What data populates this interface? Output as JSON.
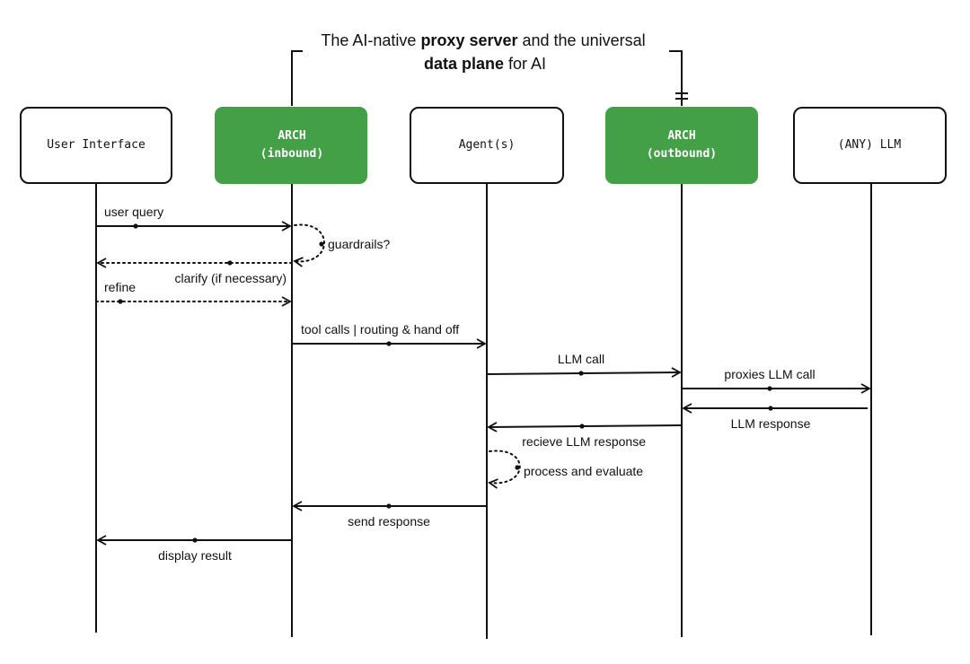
{
  "title": {
    "parts": [
      {
        "text": "The AI-native ",
        "bold": false
      },
      {
        "text": "proxy server",
        "bold": true
      },
      {
        "text": " and the universal",
        "bold": false
      }
    ],
    "line2": [
      {
        "text": "data plane",
        "bold": true
      },
      {
        "text": " for AI",
        "bold": false
      }
    ]
  },
  "participants": [
    {
      "id": "ui",
      "lines": [
        "User Interface"
      ],
      "highlight": false
    },
    {
      "id": "arch_in",
      "lines": [
        "ARCH",
        "(inbound)"
      ],
      "highlight": true
    },
    {
      "id": "agents",
      "lines": [
        "Agent(s)"
      ],
      "highlight": false
    },
    {
      "id": "arch_out",
      "lines": [
        "ARCH",
        "(outbound)"
      ],
      "highlight": true
    },
    {
      "id": "llm",
      "lines": [
        "(ANY) LLM"
      ],
      "highlight": false
    }
  ],
  "colors": {
    "highlight_fill": "#43a047",
    "stroke": "#111111",
    "text": "#111111"
  },
  "messages": [
    {
      "from": "ui",
      "to": "arch_in",
      "label": "user query",
      "style": "solid",
      "label_pos": "above"
    },
    {
      "self": "arch_in",
      "label": "guardrails?",
      "style": "dotted"
    },
    {
      "from": "arch_in",
      "to": "ui",
      "label": "clarify (if necessary)",
      "style": "dotted",
      "label_pos": "below-right"
    },
    {
      "from": "ui",
      "to": "arch_in",
      "label": "refine",
      "style": "dotted",
      "label_pos": "above-left"
    },
    {
      "from": "arch_in",
      "to": "agents",
      "label": "tool calls | routing & hand off",
      "style": "solid",
      "label_pos": "above"
    },
    {
      "from": "agents",
      "to": "arch_out",
      "label": "LLM call",
      "style": "solid",
      "label_pos": "above"
    },
    {
      "from": "arch_out",
      "to": "llm",
      "label": "proxies LLM call",
      "style": "solid",
      "label_pos": "above"
    },
    {
      "from": "llm",
      "to": "arch_out",
      "label": "LLM response",
      "style": "solid",
      "label_pos": "below"
    },
    {
      "from": "arch_out",
      "to": "agents",
      "label": "recieve LLM response",
      "style": "solid",
      "label_pos": "below-right"
    },
    {
      "self": "agents",
      "label": "process and evaluate",
      "style": "dotted"
    },
    {
      "from": "agents",
      "to": "arch_in",
      "label": "send response",
      "style": "solid",
      "label_pos": "below"
    },
    {
      "from": "arch_in",
      "to": "ui",
      "label": "display result",
      "style": "solid",
      "label_pos": "below"
    }
  ]
}
